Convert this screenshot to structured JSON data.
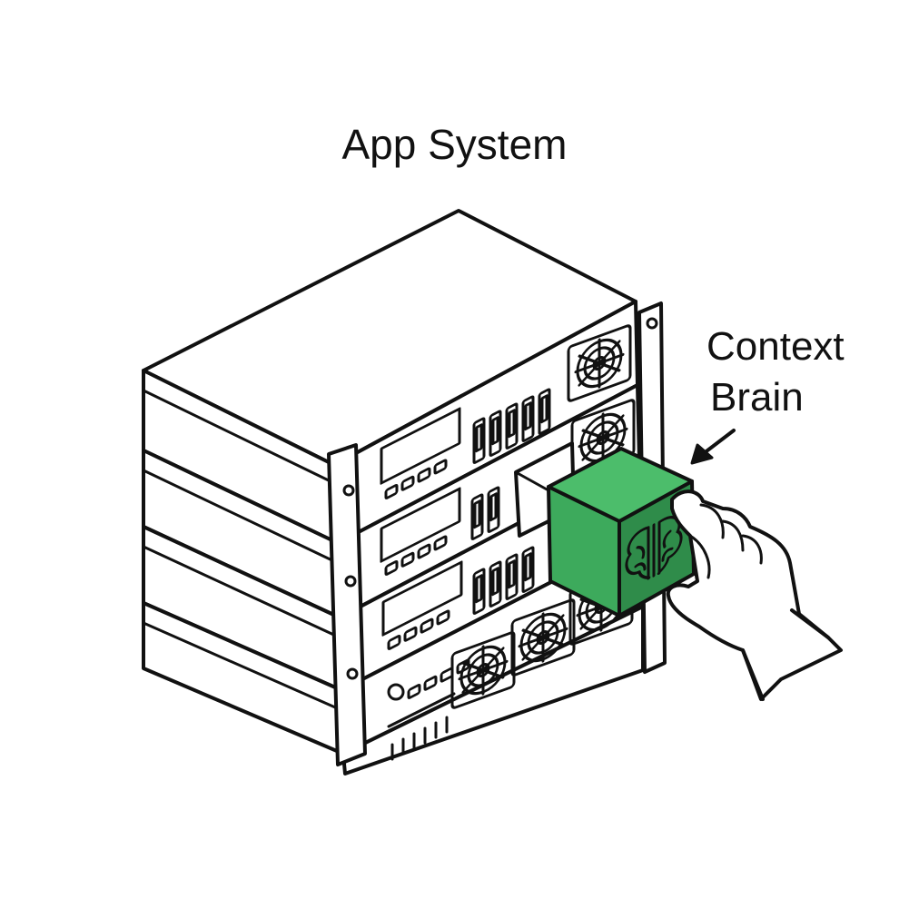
{
  "title": "App System",
  "callout": {
    "line1": "Context",
    "line2": "Brain"
  },
  "colors": {
    "ink": "#111111",
    "module": "#3daa5c",
    "module_dark": "#2f8c4a",
    "background": "#ffffff"
  },
  "icons": [
    "server-rack-icon",
    "brain-icon",
    "hand-icon",
    "cooling-fan-icon",
    "arrow-icon"
  ]
}
